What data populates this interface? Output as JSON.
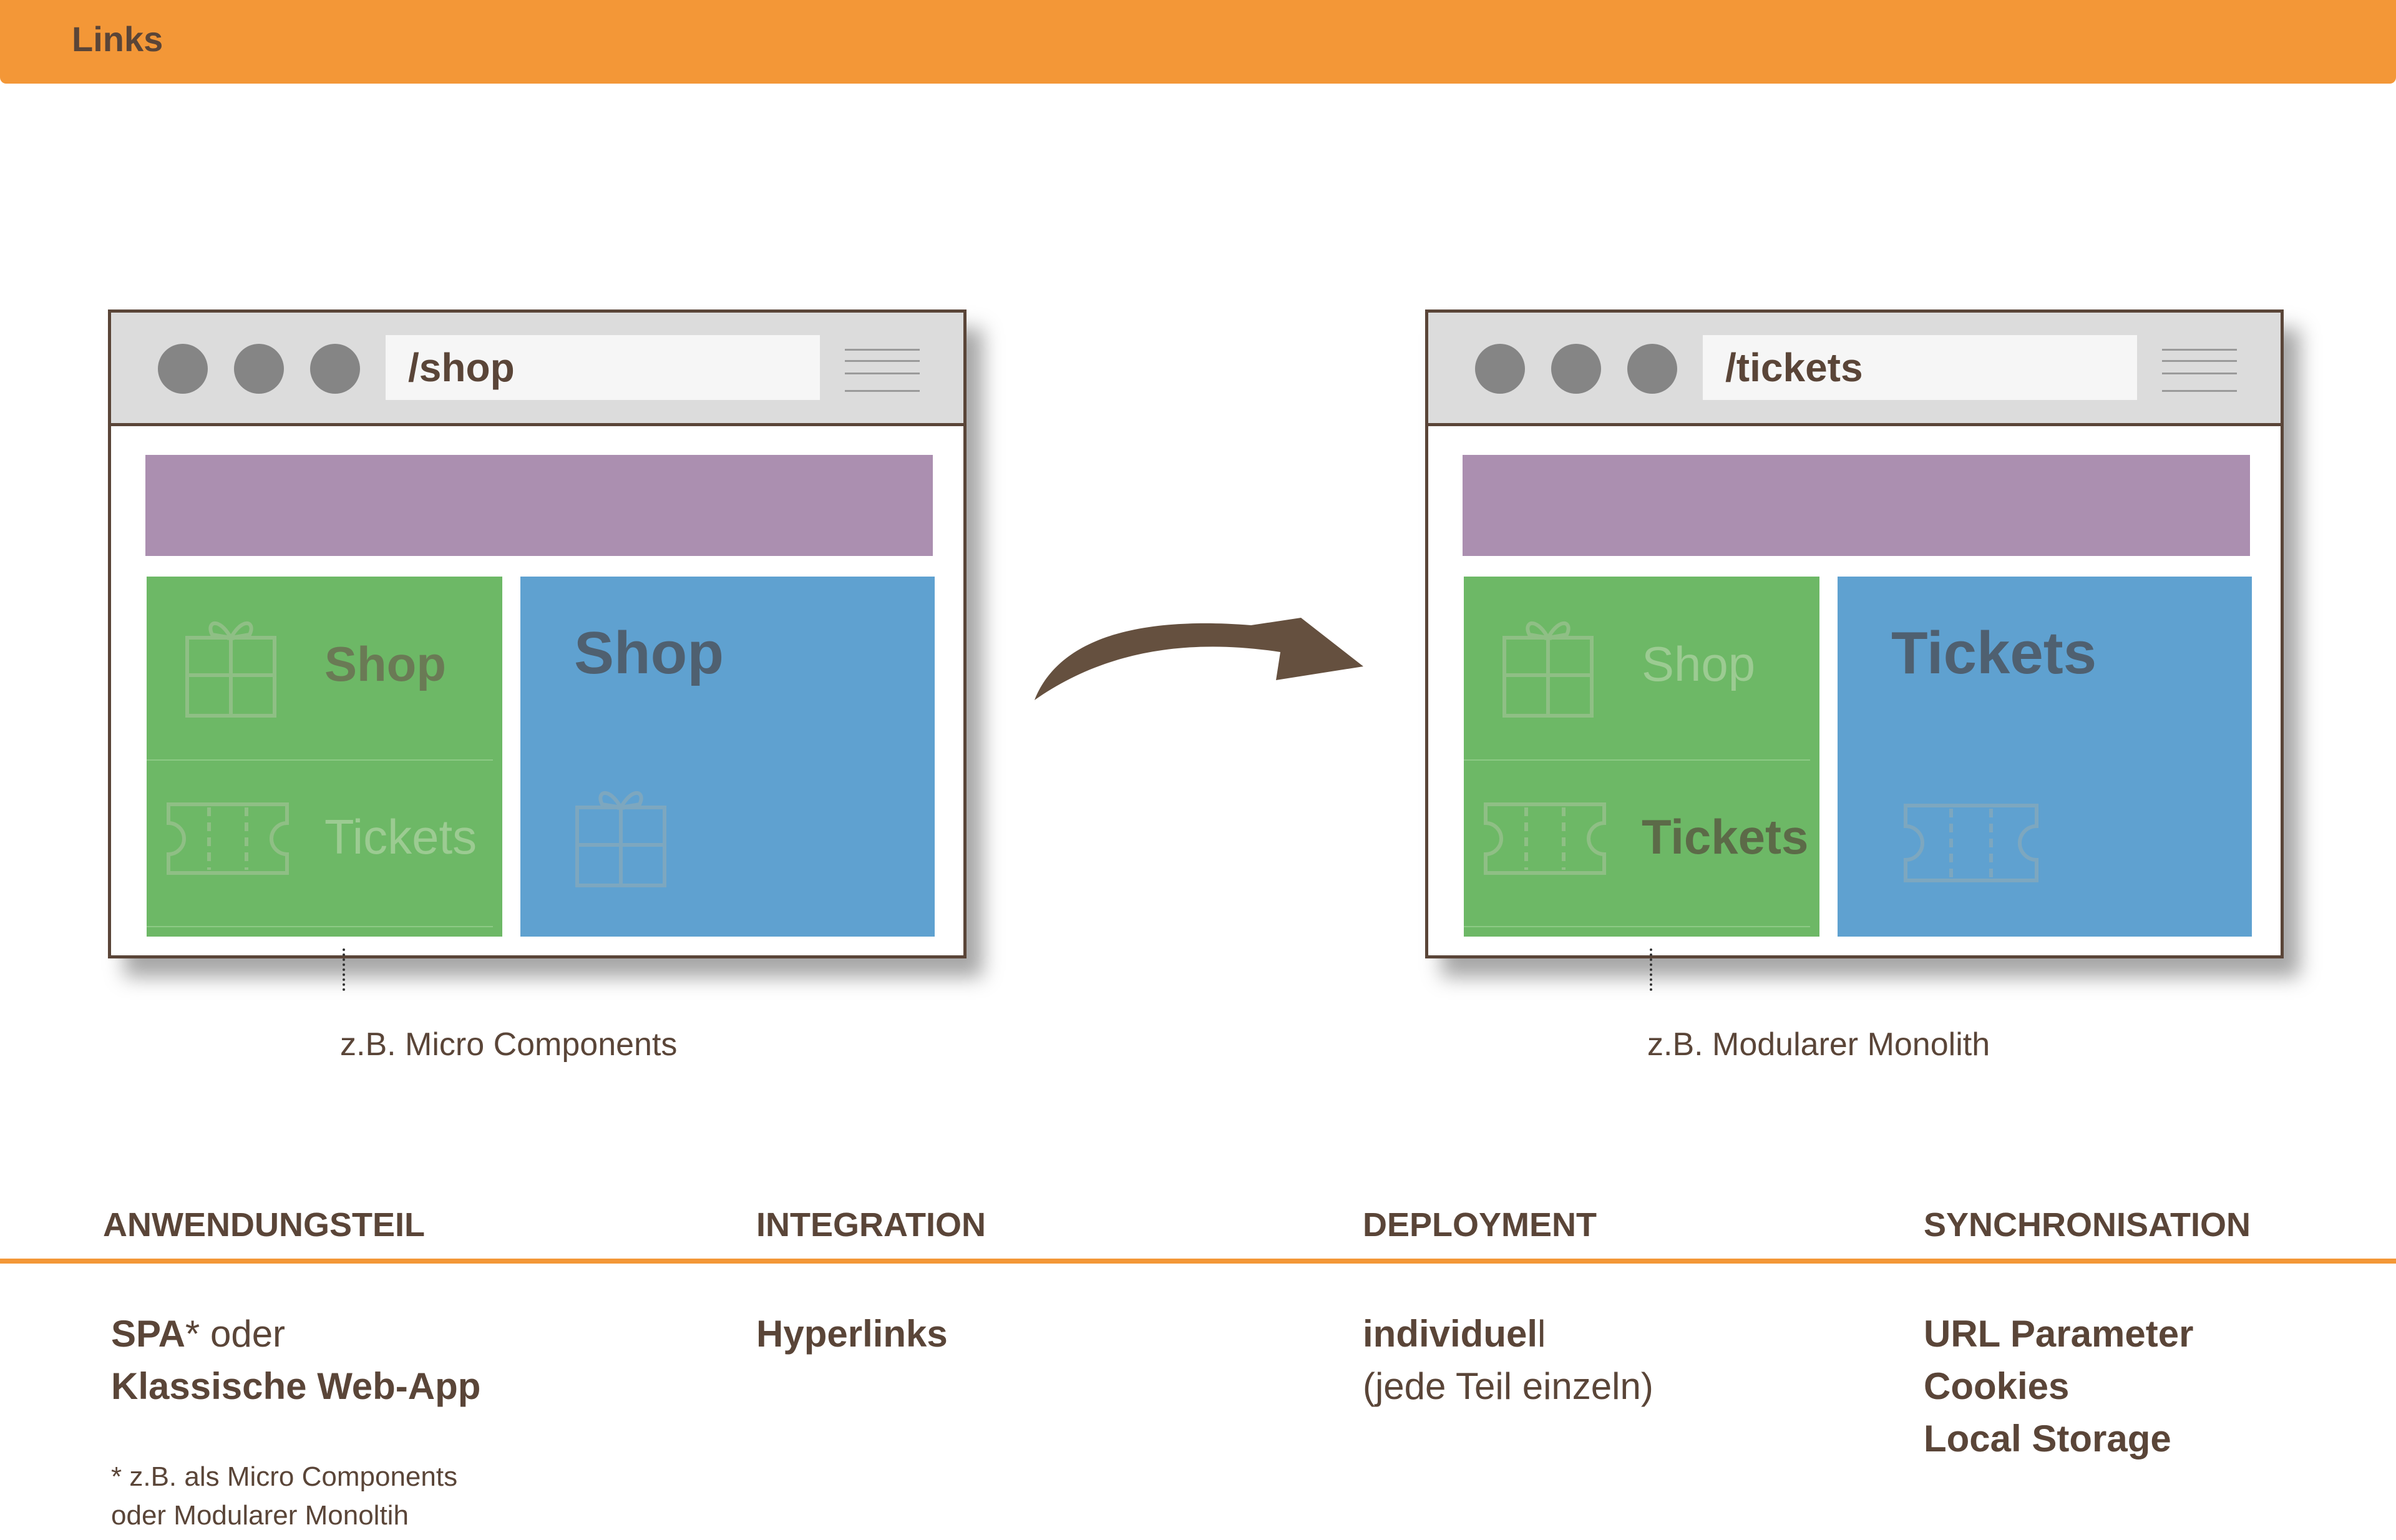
{
  "header": {
    "title": "Links"
  },
  "browsers": [
    {
      "url": "/shop",
      "nav_items": [
        "Shop",
        "Tickets"
      ],
      "content_title": "Shop",
      "caption": "z.B. Micro Components"
    },
    {
      "url": "/tickets",
      "nav_items": [
        "Shop",
        "Tickets"
      ],
      "content_title": "Tickets",
      "caption": "z.B. Modularer Monolith"
    }
  ],
  "table": {
    "headers": [
      "ANWENDUNGSTEIL",
      "INTEGRATION",
      "DEPLOYMENT",
      "SYNCHRONISATION"
    ],
    "anwendungsteil": {
      "spa": "SPA",
      "asterisk": "*",
      "oder": " oder",
      "klassisch": "Klassische Web-App"
    },
    "integration": {
      "value": "Hyperlinks"
    },
    "deployment": {
      "bold": "individuel",
      "rest": "l",
      "line2": "(jede Teil einzeln)"
    },
    "synchronisation": [
      "URL Parameter",
      "Cookies",
      "Local Storage"
    ],
    "footnote": {
      "line1": "* z.B. als Micro Components",
      "line2": "oder Modularer Monoltih"
    }
  },
  "colors": {
    "accent": "#f39737",
    "text": "#5a4538",
    "purple": "#ab8fb0",
    "green": "#6db866",
    "blue": "#5fa1d0",
    "arrow": "#65503f"
  }
}
